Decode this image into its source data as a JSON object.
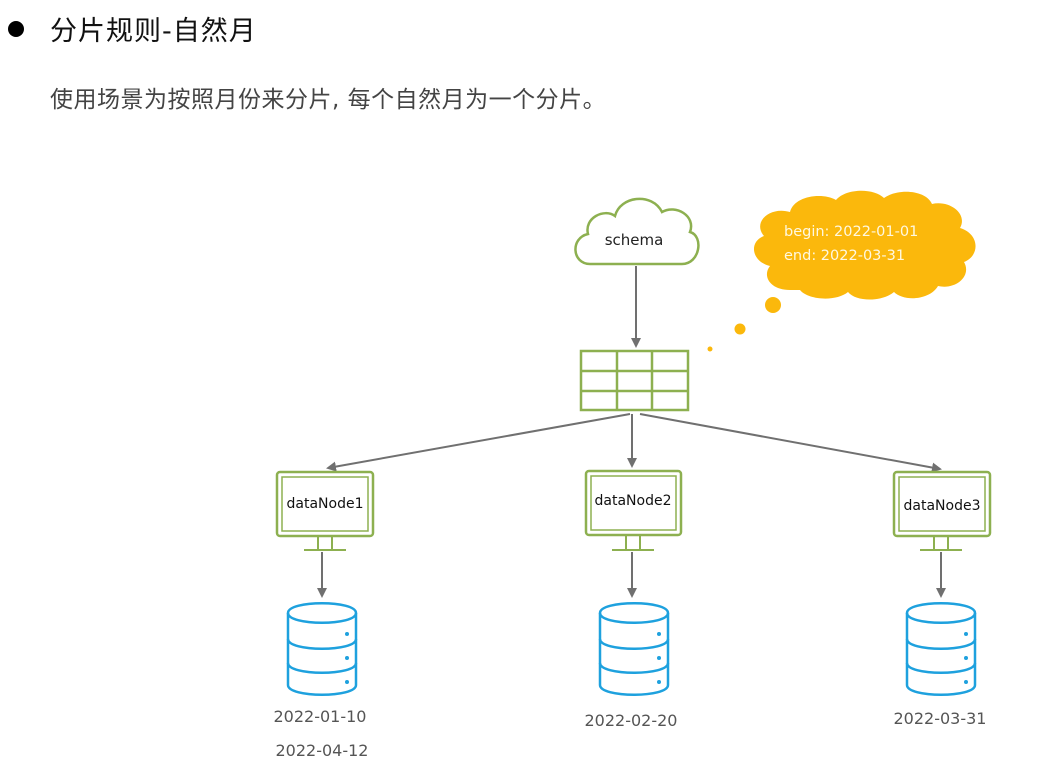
{
  "heading": {
    "bullet_icon": "filled-circle-bullet",
    "title": "分片规则-自然月"
  },
  "description": "使用场景为按照月份来分片, 每个自然月为一个分片。",
  "colors": {
    "node_outline": "#8db050",
    "db_outline": "#1ea1de",
    "arrow": "#707070",
    "bubble_fill": "#fbb80c",
    "bubble_text": "#fff8e0"
  },
  "diagram": {
    "schema": {
      "icon": "cloud-icon",
      "label": "schema"
    },
    "table": {
      "icon": "table-grid-icon"
    },
    "thought_bubble": {
      "icon": "thought-cloud-icon",
      "lines": [
        "begin: 2022-01-01",
        "end: 2022-03-31"
      ]
    },
    "data_nodes": [
      {
        "label": "dataNode1",
        "icon": "monitor-icon",
        "db_icon": "database-icon",
        "dates": [
          "2022-01-10",
          "2022-04-12"
        ]
      },
      {
        "label": "dataNode2",
        "icon": "monitor-icon",
        "db_icon": "database-icon",
        "dates": [
          "2022-02-20"
        ]
      },
      {
        "label": "dataNode3",
        "icon": "monitor-icon",
        "db_icon": "database-icon",
        "dates": [
          "2022-03-31"
        ]
      }
    ]
  }
}
